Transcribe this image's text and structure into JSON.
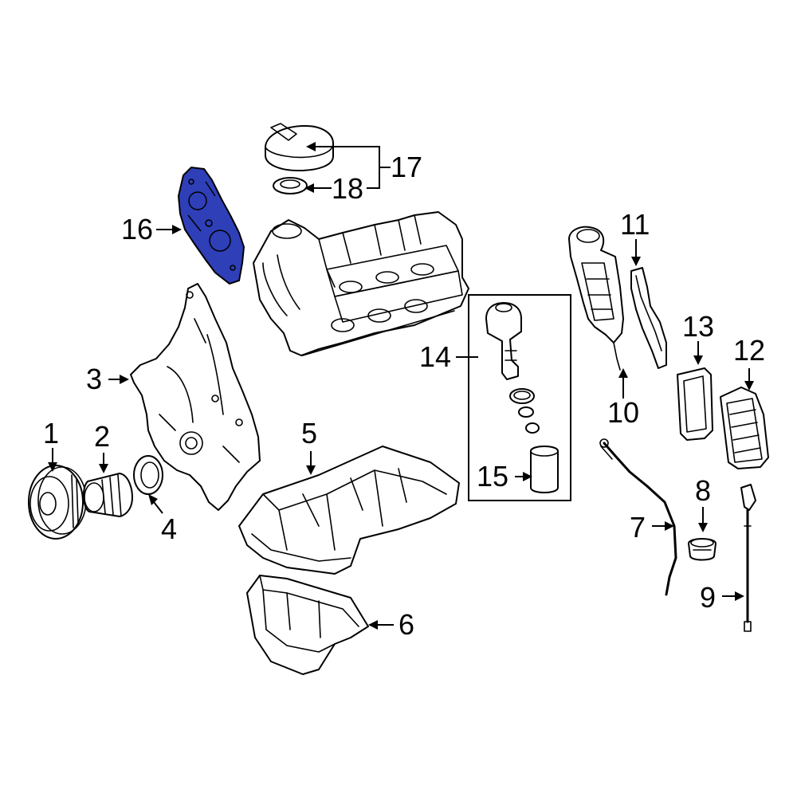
{
  "diagram": {
    "highlight_color": "#2e3fb8",
    "highlighted_part": "16",
    "callouts": {
      "c1": "1",
      "c2": "2",
      "c3": "3",
      "c4": "4",
      "c5": "5",
      "c6": "6",
      "c7": "7",
      "c8": "8",
      "c9": "9",
      "c10": "10",
      "c11": "11",
      "c12": "12",
      "c13": "13",
      "c14": "14",
      "c15": "15",
      "c16": "16",
      "c17": "17",
      "c18": "18"
    }
  }
}
